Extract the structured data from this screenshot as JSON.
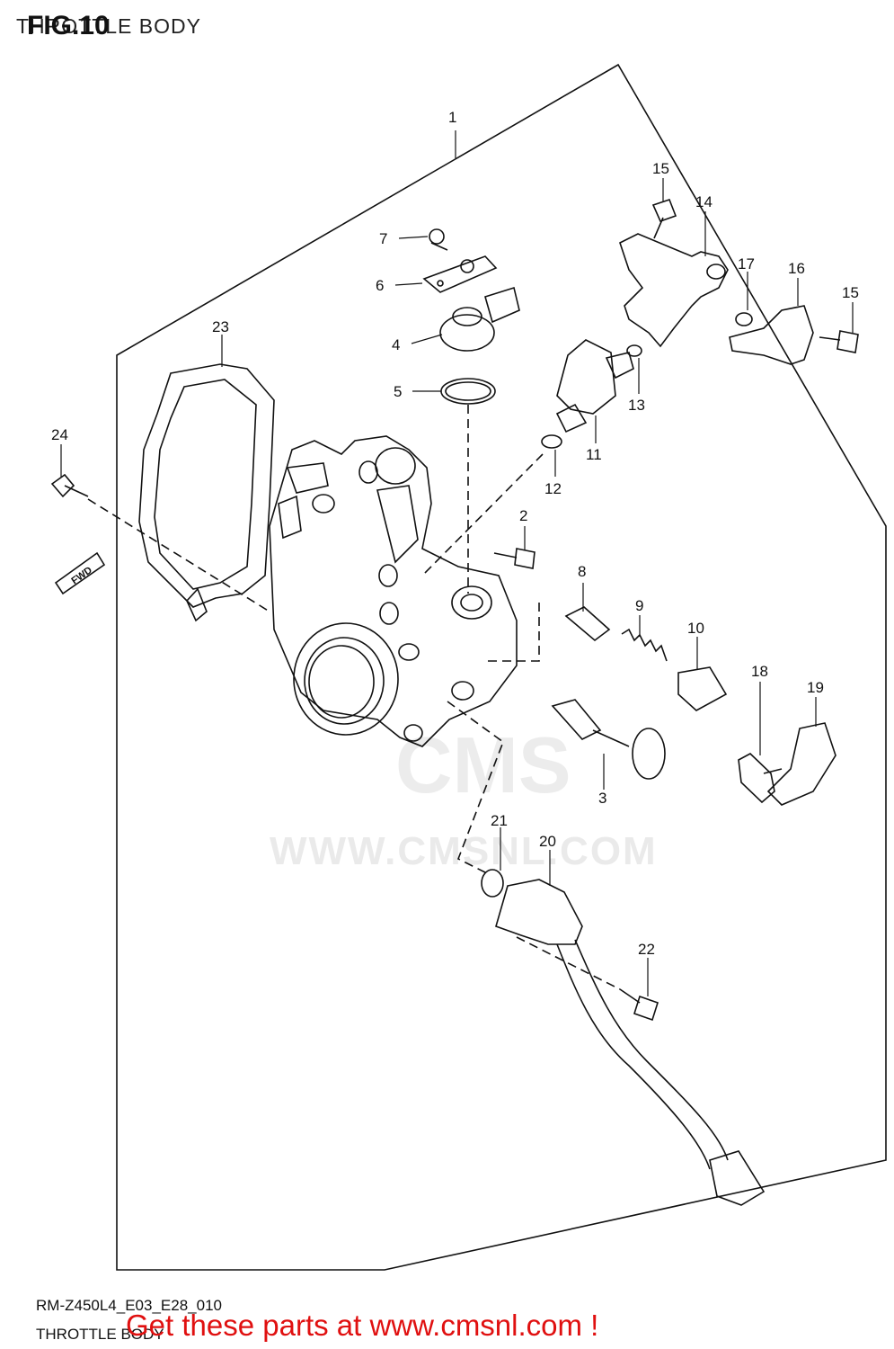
{
  "header": {
    "fig_label": "FIG.10",
    "subtitle": "THROTTLE BODY"
  },
  "footer": {
    "model_code": "RM-Z450L4_E03_E28_010",
    "caption": "THROTTLE BODY",
    "promo": "Get these parts at www.cmsnl.com !"
  },
  "watermark": {
    "brand": "CMS",
    "url": "WWW.CMSNL.COM"
  },
  "badge": {
    "fwd": "FWD"
  },
  "callouts": {
    "c1": "1",
    "c2": "2",
    "c3": "3",
    "c4": "4",
    "c5": "5",
    "c6": "6",
    "c7": "7",
    "c8": "8",
    "c9": "9",
    "c10": "10",
    "c11": "11",
    "c12": "12",
    "c13": "13",
    "c14": "14",
    "c15a": "15",
    "c15b": "15",
    "c16": "16",
    "c17": "17",
    "c18": "18",
    "c19": "19",
    "c20": "20",
    "c21": "21",
    "c22": "22",
    "c23": "23",
    "c24": "24"
  }
}
